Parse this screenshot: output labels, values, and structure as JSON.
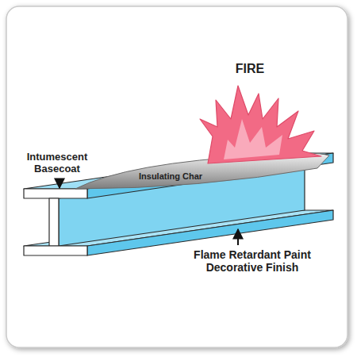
{
  "diagram": {
    "nodes": [
      {
        "text": [
          "Insulating Char"
        ]
      }
    ],
    "labels": [
      "FIRE",
      "Intumescent Basecoat",
      "Flame Retardant Paint Decorative Finish"
    ]
  }
}
